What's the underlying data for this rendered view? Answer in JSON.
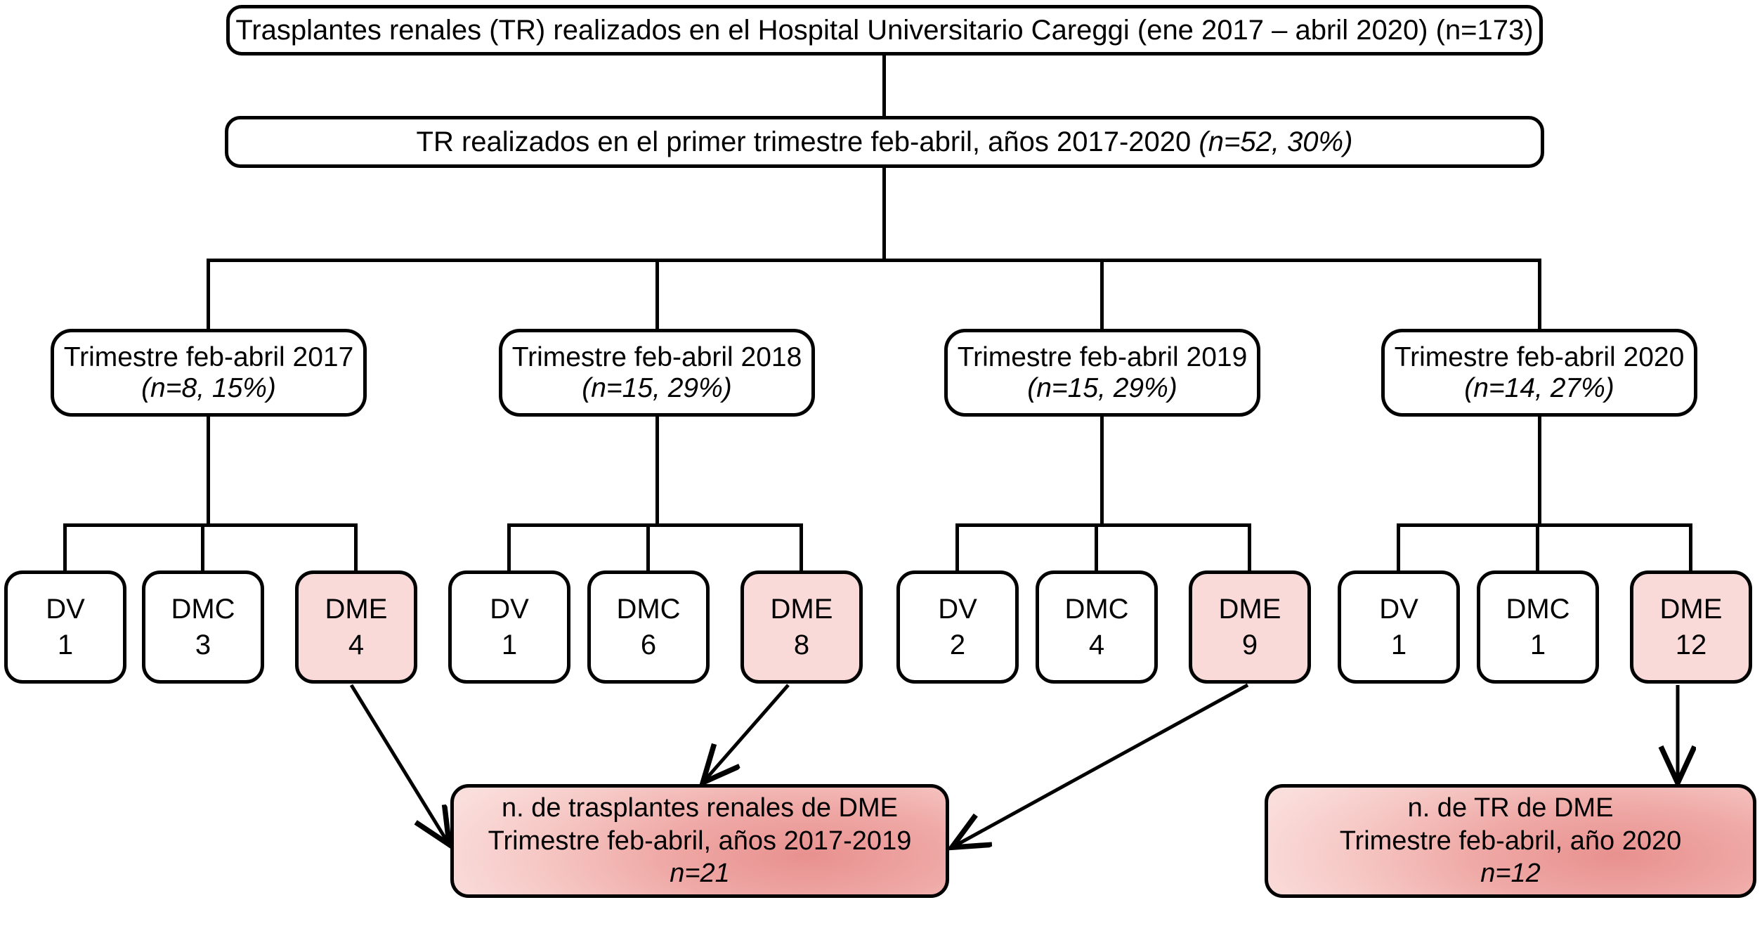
{
  "diagram": {
    "title_flow": "Flujo de trasplantes renales Hospital Universitario Careggi",
    "colors": {
      "stroke": "#000000",
      "background": "#ffffff",
      "dme_fill": "#FAD9D9",
      "summary_fill_light": "#FADEDC",
      "summary_fill_dark": "#E8918F"
    }
  },
  "root": {
    "text": "Trasplantes renales (TR) realizados en el Hospital Universitario Careggi (ene 2017 – abril 2020) (n=173)"
  },
  "window": {
    "text_plain": "TR realizados en el primer trimestre feb-abril, años 2017-2020 ",
    "text_italic": "(n=52, 30%)"
  },
  "years": [
    {
      "label": "Trimestre feb-abril 2017",
      "stat": "(n=8, 15%)"
    },
    {
      "label": "Trimestre feb-abril 2018",
      "stat": "(n=15, 29%)"
    },
    {
      "label": "Trimestre feb-abril 2019",
      "stat": "(n=15, 29%)"
    },
    {
      "label": "Trimestre feb-abril 2020",
      "stat": "(n=14, 27%)"
    }
  ],
  "leaves": {
    "g2017": [
      {
        "type": "DV",
        "count": "1",
        "highlight": false
      },
      {
        "type": "DMC",
        "count": "3",
        "highlight": false
      },
      {
        "type": "DME",
        "count": "4",
        "highlight": true
      }
    ],
    "g2018": [
      {
        "type": "DV",
        "count": "1",
        "highlight": false
      },
      {
        "type": "DMC",
        "count": "6",
        "highlight": false
      },
      {
        "type": "DME",
        "count": "8",
        "highlight": true
      }
    ],
    "g2019": [
      {
        "type": "DV",
        "count": "2",
        "highlight": false
      },
      {
        "type": "DMC",
        "count": "4",
        "highlight": false
      },
      {
        "type": "DME",
        "count": "9",
        "highlight": true
      }
    ],
    "g2020": [
      {
        "type": "DV",
        "count": "1",
        "highlight": false
      },
      {
        "type": "DMC",
        "count": "1",
        "highlight": false
      },
      {
        "type": "DME",
        "count": "12",
        "highlight": true
      }
    ]
  },
  "summaries": {
    "left": {
      "line1": "n. de trasplantes renales de DME",
      "line2": "Trimestre feb-abril, años 2017-2019",
      "line3": "n=21"
    },
    "right": {
      "line1": "n. de TR de DME",
      "line2": "Trimestre feb-abril, año 2020",
      "line3": "n=12"
    }
  }
}
